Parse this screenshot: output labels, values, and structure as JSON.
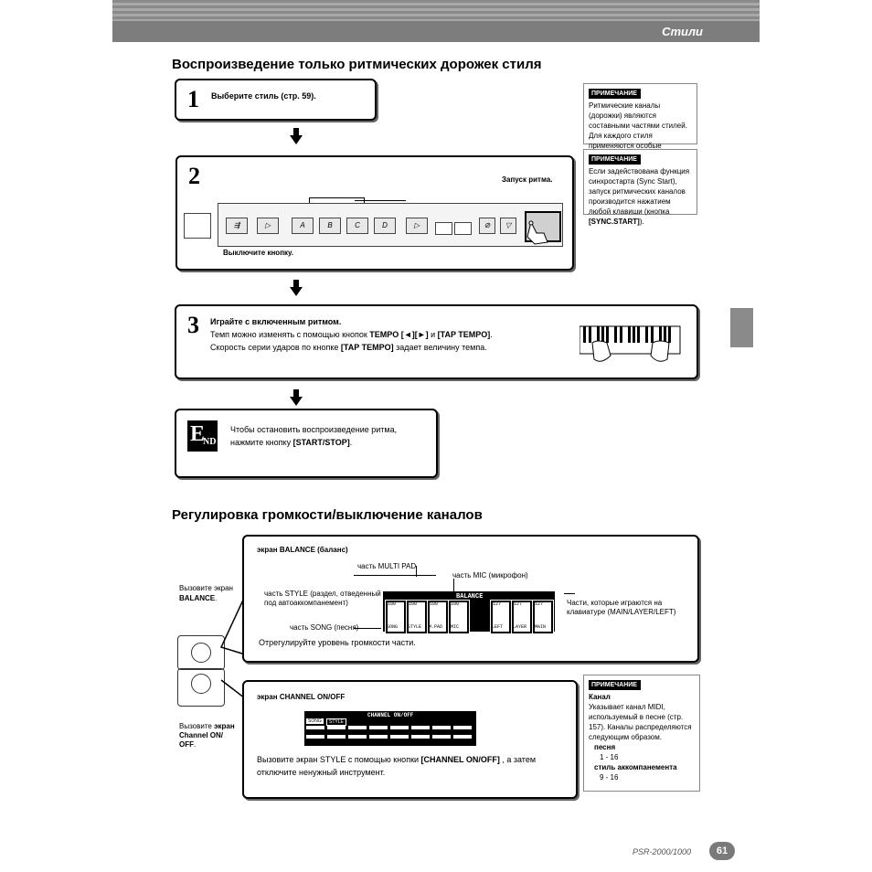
{
  "header": {
    "section": "Стили"
  },
  "section1": {
    "title": "Воспроизведение только ритмических дорожек стиля",
    "step1": {
      "num": "1",
      "text": "Выберите стиль (стр. 59)."
    },
    "step2": {
      "num": "2",
      "start_label": "Запуск ритма.",
      "off_label": "Выключите кнопку.",
      "panel_buttons": [
        "A",
        "B",
        "C",
        "D"
      ]
    },
    "step3": {
      "num": "3",
      "title": "Играйте с включенным ритмом.",
      "line1_pre": "Темп можно изменять с помощью кнопок ",
      "line1_b1": "TEMPO [◄][►]",
      "line1_mid": " и ",
      "line1_b2": "[TAP TEMPO]",
      "line1_end": ".",
      "line2_pre": "Скорость серии ударов по кнопке ",
      "line2_b": "[TAP TEMPO]",
      "line2_end": " задает величину темпа."
    },
    "end": {
      "icon": "END",
      "line1": "Чтобы остановить воспроизведение ритма,",
      "line2_pre": "нажмите кнопку ",
      "line2_b": "[START/STOP]",
      "line2_end": "."
    }
  },
  "notes": {
    "tag": "ПРИМЕЧАНИЕ",
    "note1": "Ритмические каналы (дорожки) являются составными частями стилей. Для каждого стиля применяются особые ритмические узоры.",
    "note2_pre": "Если задействована функция синхростарта (Sync Start), запуск ритмических каналов производится нажатием любой клавиши (кнопка ",
    "note2_b": "[SYNC.START]",
    "note2_end": ").",
    "note3_title": "Канал",
    "note3_text": "Указывает канал MIDI, используемый в песне (стр. 157). Каналы распределяются следующим образом.",
    "note3_song": "песня",
    "note3_song_range": "1 - 16",
    "note3_style": "стиль аккомпанемента",
    "note3_style_range": "9 - 16"
  },
  "section2": {
    "title": "Регулировка громкости/выключение каналов",
    "call_balance_1": "Вызовите экран",
    "call_balance_2": "BALANCE",
    "call_channel_1": "Вызовите",
    "call_channel_1b": "экран",
    "call_channel_2": "Channel ON/",
    "call_channel_3": "OFF",
    "balance": {
      "title": "экран BALANCE (баланс)",
      "multipad": "часть MULTI PAD",
      "mic": "часть MIC (микрофон)",
      "style_1": "часть STYLE (раздел, отведенный",
      "style_2": "под автоаккомпанемент)",
      "song": "часть SONG (песня)",
      "parts_1": "Части, которые играются на",
      "parts_2": "клавиатуре (MAIN/LAYER/LEFT)",
      "instruction": "Отрегулируйте уровень громкости части.",
      "lcd_title": "BALANCE",
      "lcd_values": [
        "100",
        "100",
        "100",
        "100",
        "127",
        "127",
        "127"
      ],
      "lcd_labels": [
        "SONG",
        "STYLE",
        "M.PAD",
        "MIC",
        "LEFT",
        "LAYER",
        "MAIN"
      ]
    },
    "channel": {
      "title": "экран CHANNEL ON/OFF",
      "lcd_title": "CHANNEL ON/OFF",
      "lcd_tabs": [
        "SONG",
        "STYLE"
      ],
      "instruction_pre": "Вызовите экран STYLE с помощью кнопки ",
      "instruction_b": "[CHANNEL ON/OFF]",
      "instruction_end": " , а затем",
      "instruction_2": "отключите ненужный инструмент."
    }
  },
  "footer": {
    "model": "PSR-2000/1000",
    "page": "61"
  }
}
